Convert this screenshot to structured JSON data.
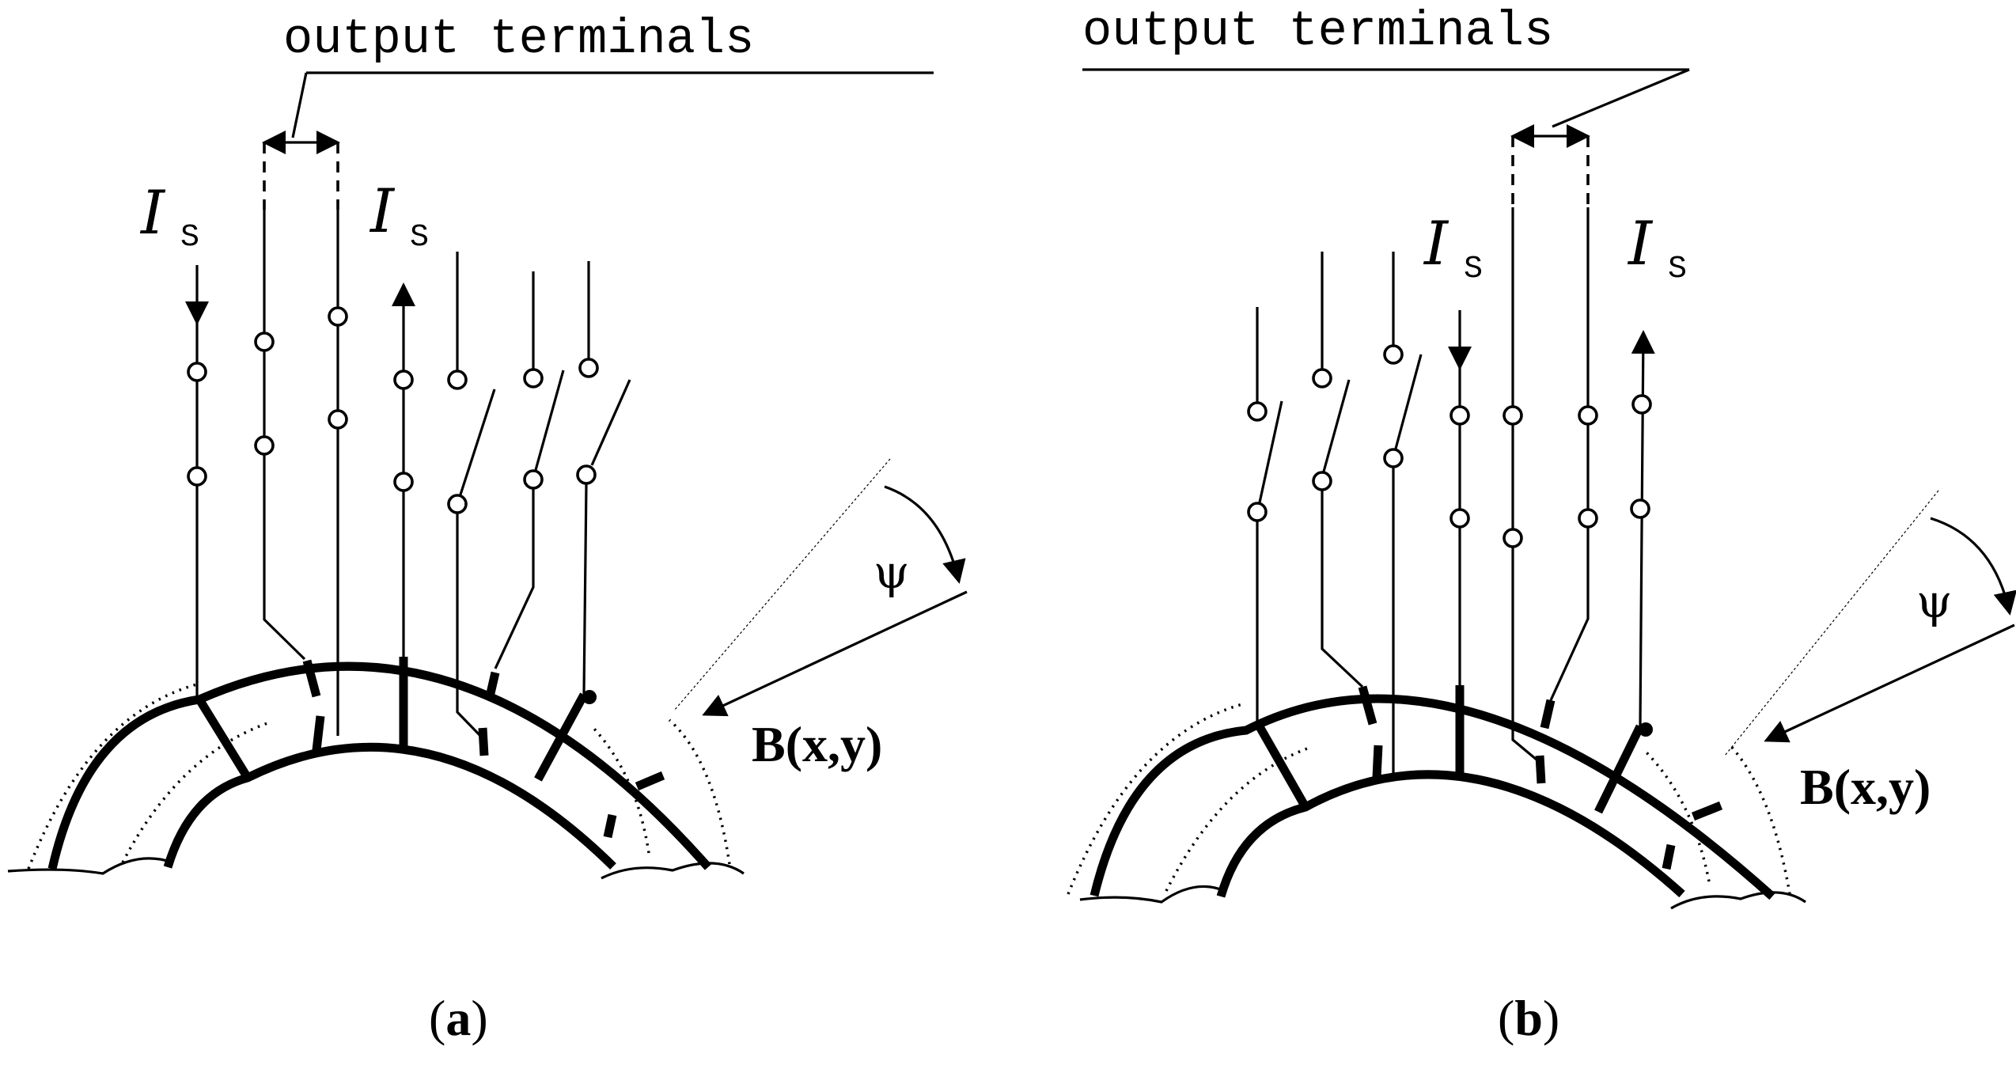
{
  "panels": [
    {
      "id": "a",
      "terminal_label": "output terminals",
      "current_symbol": "I",
      "current_subscript": "S",
      "angle_symbol": "ψ",
      "field_label": "B(x,y)",
      "caption_open": "(",
      "caption_letter": "a",
      "caption_close": ")"
    },
    {
      "id": "b",
      "terminal_label": "output terminals",
      "current_symbol": "I",
      "current_subscript": "S",
      "angle_symbol": "ψ",
      "field_label": "B(x,y)",
      "caption_open": "(",
      "caption_letter": "b",
      "caption_close": ")"
    }
  ]
}
